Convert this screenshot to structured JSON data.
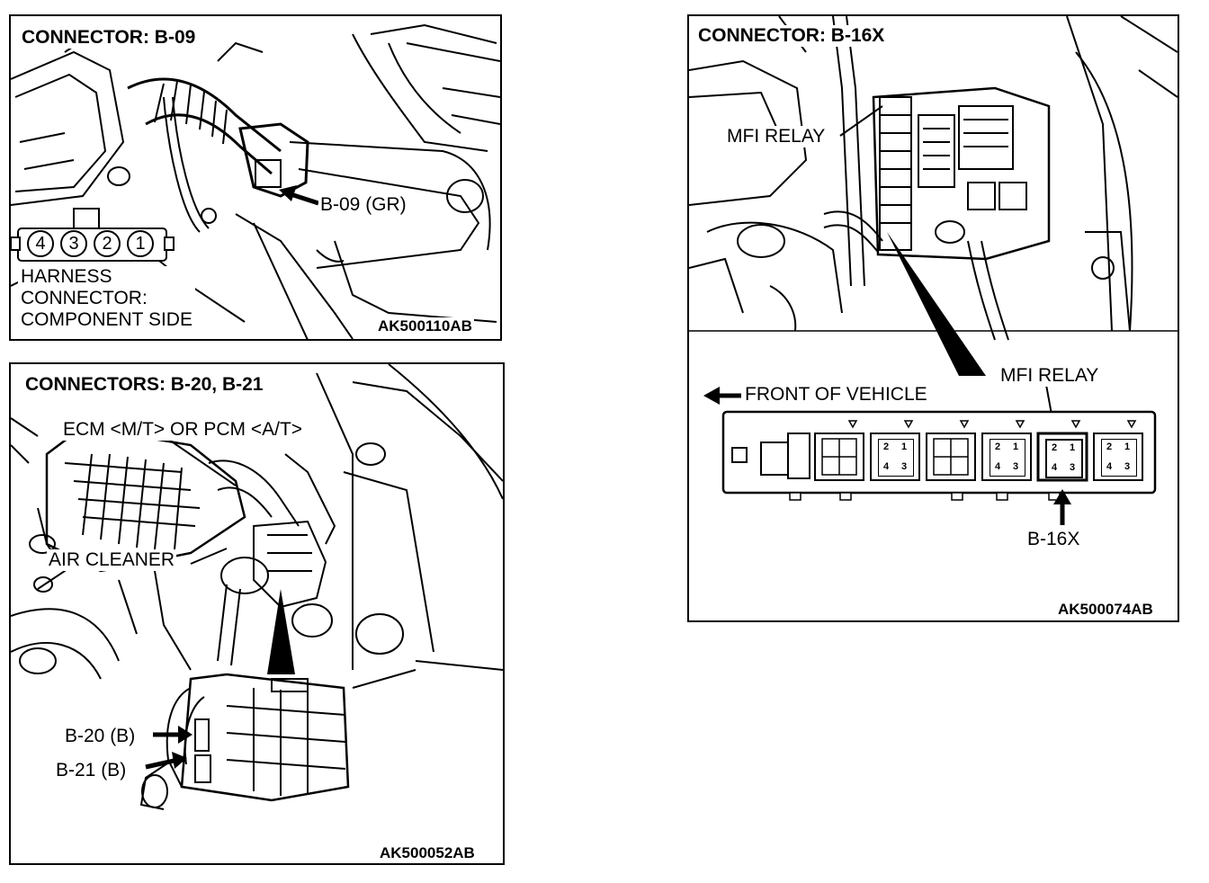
{
  "panel_b09": {
    "title": "CONNECTOR: B-09",
    "connector_label": "B-09 (GR)",
    "pins": [
      "4",
      "3",
      "2",
      "1"
    ],
    "harness_lines": [
      "HARNESS",
      "CONNECTOR:",
      "COMPONENT SIDE"
    ],
    "code": "AK500110AB"
  },
  "panel_b20": {
    "title": "CONNECTORS: B-20, B-21",
    "ecm_label": "ECM <M/T> OR PCM <A/T>",
    "air_cleaner_label": "AIR CLEANER",
    "b20_label": "B-20 (B)",
    "b21_label": "B-21 (B)",
    "code": "AK500052AB"
  },
  "panel_b16x": {
    "title": "CONNECTOR: B-16X",
    "mfi_relay_top": "MFI RELAY",
    "mfi_relay_bottom": "MFI RELAY",
    "front_label": "FRONT OF VEHICLE",
    "b16x_label": "B-16X",
    "relay_pins": [
      "2",
      "1",
      "4",
      "3"
    ],
    "code": "AK500074AB"
  }
}
